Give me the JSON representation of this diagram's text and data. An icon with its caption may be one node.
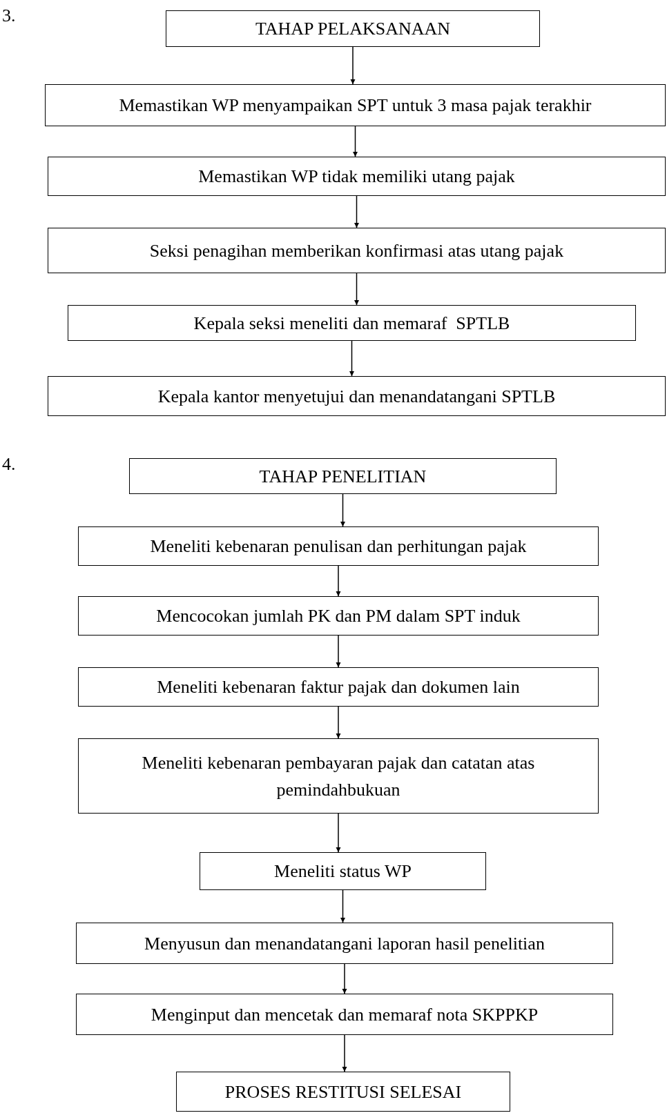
{
  "diagram": {
    "nodes": [
      {
        "text": [
          "TAHAP PELAKSANAAN"
        ]
      },
      {
        "text": [
          "Memastikan WP menyampaikan SPT untuk 3 masa pajak terakhir"
        ]
      },
      {
        "text": [
          "Memastikan WP tidak memiliki utang pajak"
        ]
      },
      {
        "text": [
          "Seksi penagihan memberikan konfirmasi atas utang pajak"
        ]
      },
      {
        "text": [
          "Kepala seksi meneliti dan memaraf  SPTLB"
        ]
      },
      {
        "text": [
          "Kepala kantor menyetujui dan menandatangani SPTLB"
        ]
      },
      {
        "text": [
          "TAHAP PENELITIAN"
        ]
      },
      {
        "text": [
          "Meneliti kebenaran penulisan dan perhitungan pajak"
        ]
      },
      {
        "text": [
          "Mencocokan jumlah PK dan PM dalam SPT induk"
        ]
      },
      {
        "text": [
          "Meneliti kebenaran faktur pajak dan dokumen lain"
        ]
      },
      {
        "text": [
          "Meneliti kebenaran pembayaran pajak dan catatan atas pemindahbukuan"
        ]
      },
      {
        "text": [
          "Meneliti status WP"
        ]
      },
      {
        "text": [
          "Menyusun dan menandatangani laporan hasil penelitian"
        ]
      },
      {
        "text": [
          "Menginput dan mencetak dan memaraf nota SKPPKP"
        ]
      },
      {
        "text": [
          "PROSES RESTITUSI SELESAI"
        ]
      }
    ],
    "edges": [
      {
        "from": 0,
        "to": 1,
        "arrow": "to"
      },
      {
        "from": 1,
        "to": 2,
        "arrow": "to"
      },
      {
        "from": 2,
        "to": 3,
        "arrow": "to"
      },
      {
        "from": 3,
        "to": 4,
        "arrow": "to"
      },
      {
        "from": 4,
        "to": 5,
        "arrow": "to"
      },
      {
        "from": 6,
        "to": 7,
        "arrow": "to"
      },
      {
        "from": 7,
        "to": 8,
        "arrow": "to"
      },
      {
        "from": 8,
        "to": 9,
        "arrow": "to"
      },
      {
        "from": 9,
        "to": 10,
        "arrow": "to"
      },
      {
        "from": 10,
        "to": 11,
        "arrow": "to"
      },
      {
        "from": 11,
        "to": 12,
        "arrow": "to"
      },
      {
        "from": 12,
        "to": 13,
        "arrow": "to"
      },
      {
        "from": 13,
        "to": 14,
        "arrow": "to"
      }
    ],
    "labels": [
      "3.",
      "4."
    ]
  }
}
